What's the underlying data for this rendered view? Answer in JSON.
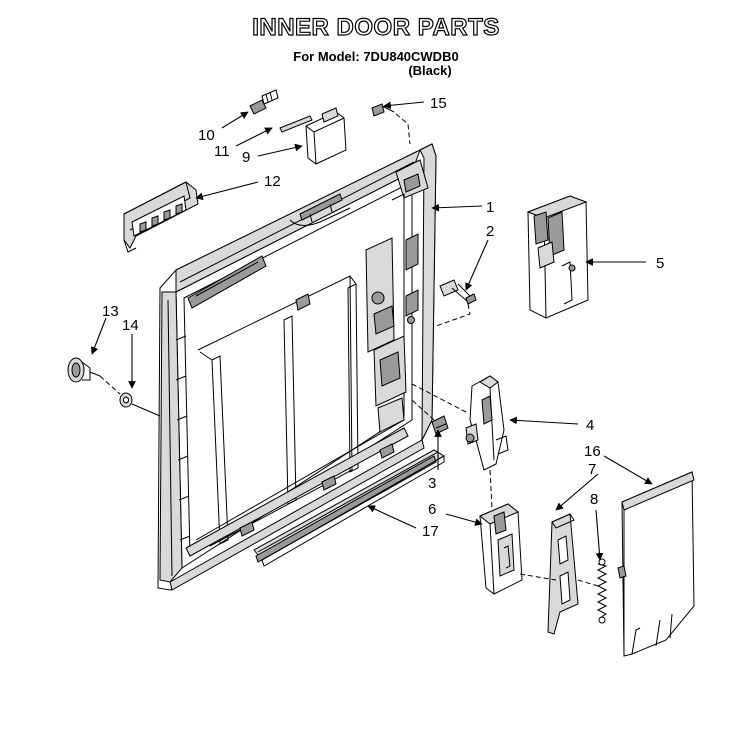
{
  "header": {
    "title": "INNER DOOR PARTS",
    "model_line": "For Model: 7DU840CWDB0",
    "color_line": "(Black)"
  },
  "callouts": {
    "c1": "1",
    "c2": "2",
    "c3": "3",
    "c4": "4",
    "c5": "5",
    "c6": "6",
    "c7": "7",
    "c8": "8",
    "c9": "9",
    "c10": "10",
    "c11": "11",
    "c12": "12",
    "c13": "13",
    "c14": "14",
    "c15": "15",
    "c16": "16",
    "c17": "17"
  }
}
